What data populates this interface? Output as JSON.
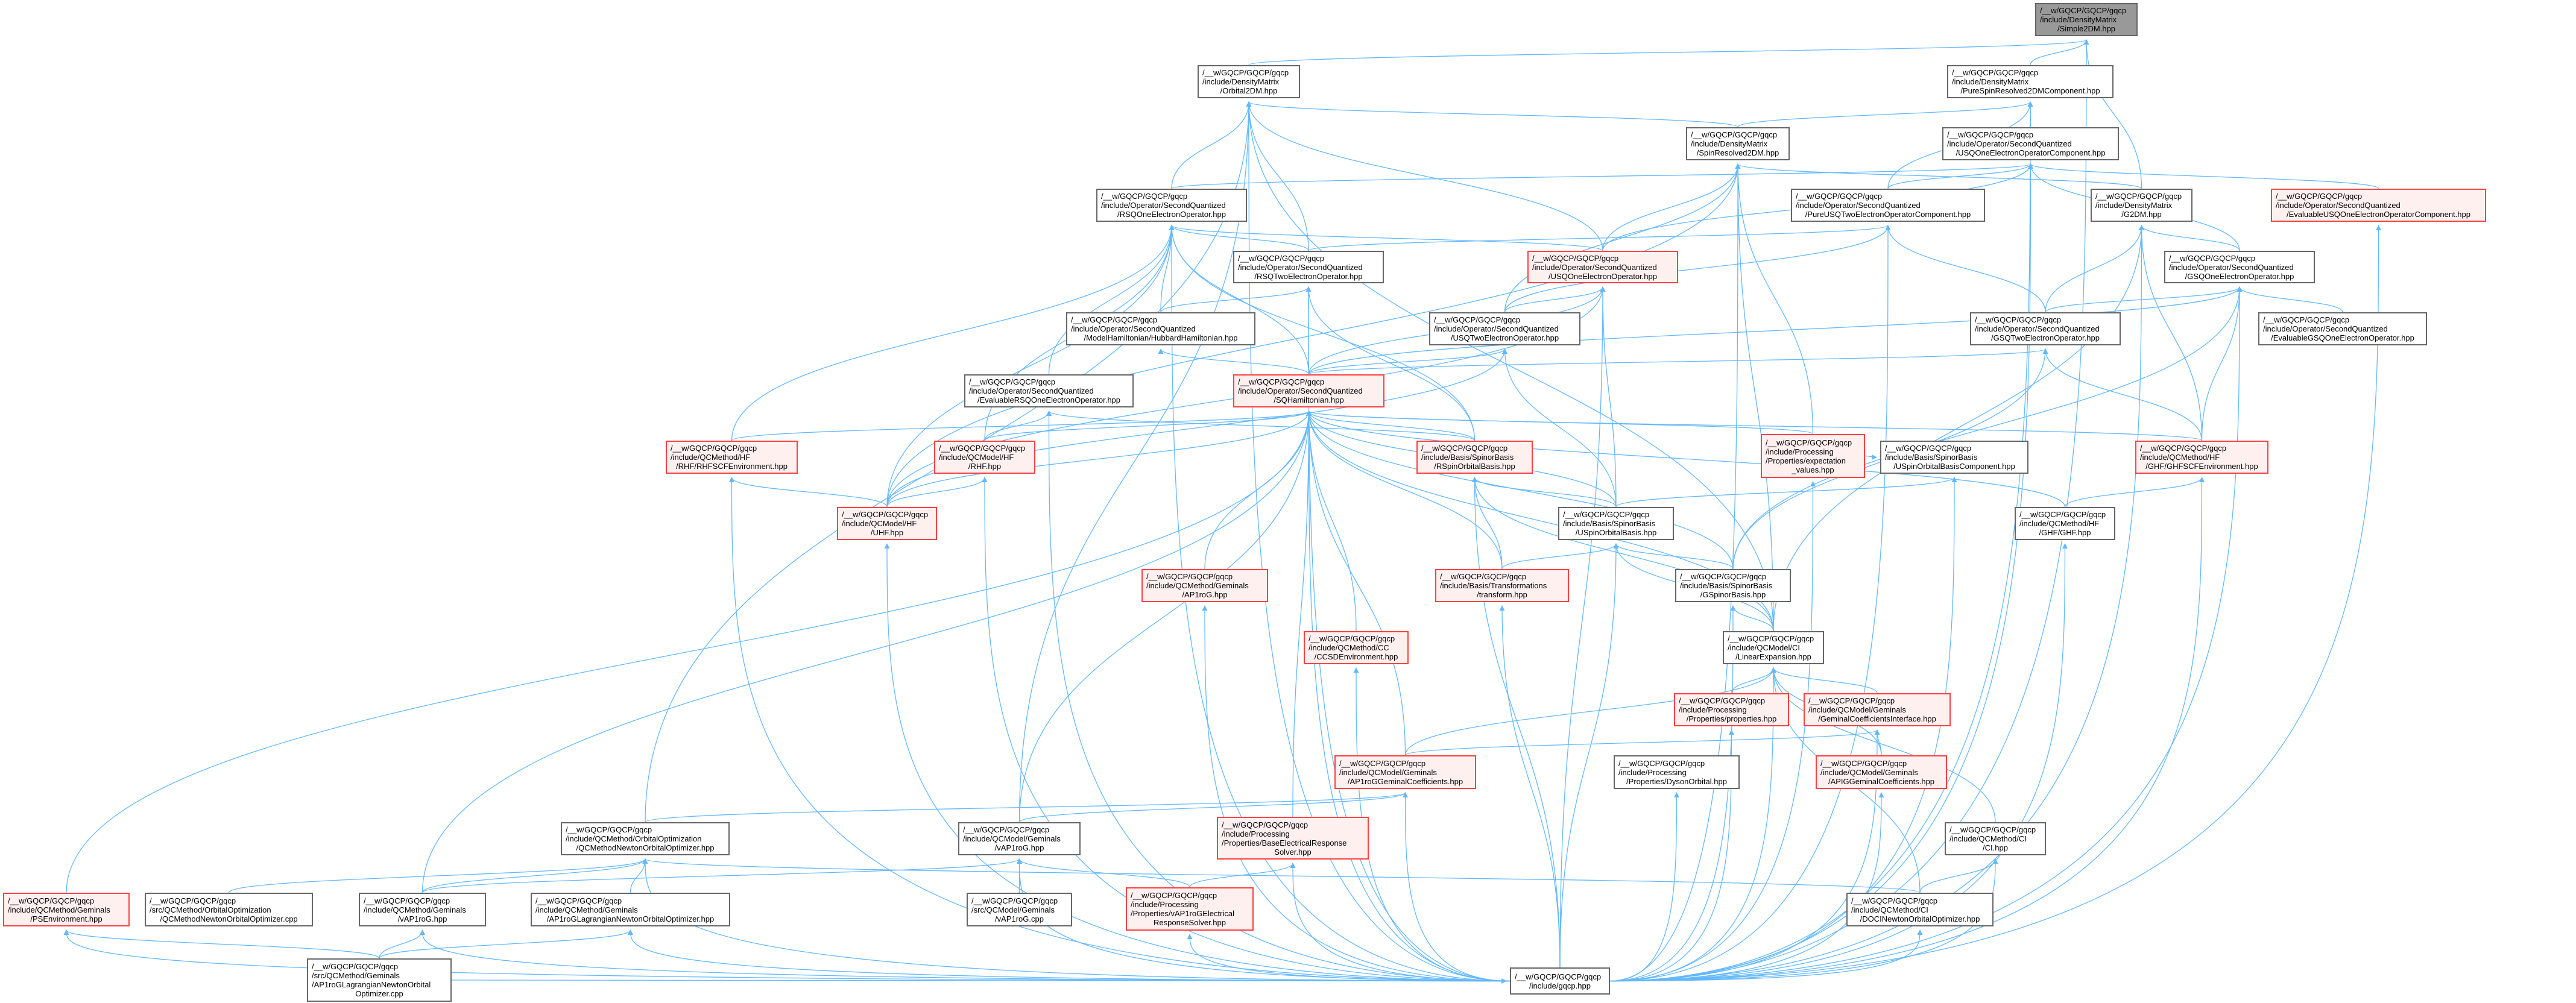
{
  "graph_title": "/__w/GQCP/GQCP/gqcp/include/DensityMatrix/Simple2DM.hpp",
  "colors": {
    "edge": "#63b8ff",
    "node_border": "#666666",
    "red_border": "#ff4040",
    "red_fill": "#fff0f0",
    "current_fill": "#999999"
  },
  "nodes": {
    "simple2dm": {
      "style": "gray",
      "lines": [
        "/__w/GQCP/GQCP/gqcp",
        "/include/DensityMatrix",
        "/Simple2DM.hpp"
      ]
    },
    "orbital2dm": {
      "style": "normal",
      "lines": [
        "/__w/GQCP/GQCP/gqcp",
        "/include/DensityMatrix",
        "/Orbital2DM.hpp"
      ]
    },
    "purespin": {
      "style": "normal",
      "lines": [
        "/__w/GQCP/GQCP/gqcp",
        "/include/DensityMatrix",
        "/PureSpinResolved2DMComponent.hpp"
      ]
    },
    "spinresolved": {
      "style": "normal",
      "lines": [
        "/__w/GQCP/GQCP/gqcp",
        "/include/DensityMatrix",
        "/SpinResolved2DM.hpp"
      ]
    },
    "usqonecomp": {
      "style": "normal",
      "lines": [
        "/__w/GQCP/GQCP/gqcp",
        "/include/Operator/SecondQuantized",
        "/USQOneElectronOperatorComponent.hpp"
      ]
    },
    "rsqone": {
      "style": "normal",
      "lines": [
        "/__w/GQCP/GQCP/gqcp",
        "/include/Operator/SecondQuantized",
        "/RSQOneElectronOperator.hpp"
      ]
    },
    "pureusqtwo": {
      "style": "normal",
      "lines": [
        "/__w/GQCP/GQCP/gqcp",
        "/include/Operator/SecondQuantized",
        "/PureUSQTwoElectronOperatorComponent.hpp"
      ]
    },
    "g2dm": {
      "style": "normal",
      "lines": [
        "/__w/GQCP/GQCP/gqcp",
        "/include/DensityMatrix",
        "/G2DM.hpp"
      ]
    },
    "evalusqonecomp": {
      "style": "red",
      "lines": [
        "/__w/GQCP/GQCP/gqcp",
        "/include/Operator/SecondQuantized",
        "/EvaluableUSQOneElectronOperatorComponent.hpp"
      ]
    },
    "rsqtwo": {
      "style": "normal",
      "lines": [
        "/__w/GQCP/GQCP/gqcp",
        "/include/Operator/SecondQuantized",
        "/RSQTwoElectronOperator.hpp"
      ]
    },
    "usqone": {
      "style": "red",
      "lines": [
        "/__w/GQCP/GQCP/gqcp",
        "/include/Operator/SecondQuantized",
        "/USQOneElectronOperator.hpp"
      ]
    },
    "gsqone": {
      "style": "normal",
      "lines": [
        "/__w/GQCP/GQCP/gqcp",
        "/include/Operator/SecondQuantized",
        "/GSQOneElectronOperator.hpp"
      ]
    },
    "hubbard": {
      "style": "normal",
      "lines": [
        "/__w/GQCP/GQCP/gqcp",
        "/include/Operator/SecondQuantized",
        "/ModelHamiltonian/HubbardHamiltonian.hpp"
      ]
    },
    "usqtwo": {
      "style": "normal",
      "lines": [
        "/__w/GQCP/GQCP/gqcp",
        "/include/Operator/SecondQuantized",
        "/USQTwoElectronOperator.hpp"
      ]
    },
    "gsqtwo": {
      "style": "normal",
      "lines": [
        "/__w/GQCP/GQCP/gqcp",
        "/include/Operator/SecondQuantized",
        "/GSQTwoElectronOperator.hpp"
      ]
    },
    "evalgsq": {
      "style": "normal",
      "lines": [
        "/__w/GQCP/GQCP/gqcp",
        "/include/Operator/SecondQuantized",
        "/EvaluableGSQOneElectronOperator.hpp"
      ]
    },
    "evalrsq": {
      "style": "normal",
      "lines": [
        "/__w/GQCP/GQCP/gqcp",
        "/include/Operator/SecondQuantized",
        "/EvaluableRSQOneElectronOperator.hpp"
      ]
    },
    "sqham": {
      "style": "red",
      "lines": [
        "/__w/GQCP/GQCP/gqcp",
        "/include/Operator/SecondQuantized",
        "/SQHamiltonian.hpp"
      ]
    },
    "rhfscf": {
      "style": "red",
      "lines": [
        "/__w/GQCP/GQCP/gqcp",
        "/include/QCMethod/HF",
        "/RHF/RHFSCFEnvironment.hpp"
      ]
    },
    "rhf": {
      "style": "red",
      "lines": [
        "/__w/GQCP/GQCP/gqcp",
        "/include/QCModel/HF",
        "/RHF.hpp"
      ]
    },
    "rspin": {
      "style": "red",
      "lines": [
        "/__w/GQCP/GQCP/gqcp",
        "/include/Basis/SpinorBasis",
        "/RSpinOrbitalBasis.hpp"
      ]
    },
    "expect": {
      "style": "red",
      "lines": [
        "/__w/GQCP/GQCP/gqcp",
        "/include/Processing",
        "/Properties/expectation",
        "_values.hpp"
      ]
    },
    "uspincomp": {
      "style": "normal",
      "lines": [
        "/__w/GQCP/GQCP/gqcp",
        "/include/Basis/SpinorBasis",
        "/USpinOrbitalBasisComponent.hpp"
      ]
    },
    "ghfscf": {
      "style": "red",
      "lines": [
        "/__w/GQCP/GQCP/gqcp",
        "/include/QCMethod/HF",
        "/GHF/GHFSCFEnvironment.hpp"
      ]
    },
    "uhf": {
      "style": "red",
      "lines": [
        "/__w/GQCP/GQCP/gqcp",
        "/include/QCModel/HF",
        "/UHF.hpp"
      ]
    },
    "uspin": {
      "style": "normal",
      "lines": [
        "/__w/GQCP/GQCP/gqcp",
        "/include/Basis/SpinorBasis",
        "/USpinOrbitalBasis.hpp"
      ]
    },
    "ghf": {
      "style": "normal",
      "lines": [
        "/__w/GQCP/GQCP/gqcp",
        "/include/QCMethod/HF",
        "/GHF/GHF.hpp"
      ]
    },
    "ap1rog": {
      "style": "red",
      "lines": [
        "/__w/GQCP/GQCP/gqcp",
        "/include/QCMethod/Geminals",
        "/AP1roG.hpp"
      ]
    },
    "transform": {
      "style": "red",
      "lines": [
        "/__w/GQCP/GQCP/gqcp",
        "/include/Basis/Transformations",
        "/transform.hpp"
      ]
    },
    "gspinor": {
      "style": "normal",
      "lines": [
        "/__w/GQCP/GQCP/gqcp",
        "/include/Basis/SpinorBasis",
        "/GSpinorBasis.hpp"
      ]
    },
    "ccsd": {
      "style": "red",
      "lines": [
        "/__w/GQCP/GQCP/gqcp",
        "/include/QCMethod/CC",
        "/CCSDEnvironment.hpp"
      ]
    },
    "linexp": {
      "style": "normal",
      "lines": [
        "/__w/GQCP/GQCP/gqcp",
        "/include/QCModel/CI",
        "/LinearExpansion.hpp"
      ]
    },
    "properties": {
      "style": "red",
      "lines": [
        "/__w/GQCP/GQCP/gqcp",
        "/include/Processing",
        "/Properties/properties.hpp"
      ]
    },
    "gemcoefif": {
      "style": "red",
      "lines": [
        "/__w/GQCP/GQCP/gqcp",
        "/include/QCModel/Geminals",
        "/GeminalCoefficientsInterface.hpp"
      ]
    },
    "ap1roggemcoef": {
      "style": "red",
      "lines": [
        "/__w/GQCP/GQCP/gqcp",
        "/include/QCModel/Geminals",
        "/AP1roGGeminalCoefficients.hpp"
      ]
    },
    "dyson": {
      "style": "normal",
      "lines": [
        "/__w/GQCP/GQCP/gqcp",
        "/include/Processing",
        "/Properties/DysonOrbital.hpp"
      ]
    },
    "apig": {
      "style": "red",
      "lines": [
        "/__w/GQCP/GQCP/gqcp",
        "/include/QCModel/Geminals",
        "/APIGGeminalCoefficients.hpp"
      ]
    },
    "qcmnoo_hpp": {
      "style": "normal",
      "lines": [
        "/__w/GQCP/GQCP/gqcp",
        "/include/QCMethod/OrbitalOptimization",
        "/QCMethodNewtonOrbitalOptimizer.hpp"
      ]
    },
    "vap1rog_model": {
      "style": "normal",
      "lines": [
        "/__w/GQCP/GQCP/gqcp",
        "/include/QCModel/Geminals",
        "/vAP1roG.hpp"
      ]
    },
    "baseresp": {
      "style": "red",
      "lines": [
        "/__w/GQCP/GQCP/gqcp",
        "/include/Processing",
        "/Properties/BaseElectricalResponse",
        "Solver.hpp"
      ]
    },
    "ci": {
      "style": "normal",
      "lines": [
        "/__w/GQCP/GQCP/gqcp",
        "/include/QCMethod/CI",
        "/CI.hpp"
      ]
    },
    "psenv": {
      "style": "red",
      "lines": [
        "/__w/GQCP/GQCP/gqcp",
        "/include/QCMethod/Geminals",
        "/PSEnvironment.hpp"
      ]
    },
    "qcmnoo_cpp": {
      "style": "normal",
      "lines": [
        "/__w/GQCP/GQCP/gqcp",
        "/src/QCMethod/OrbitalOptimization",
        "/QCMethodNewtonOrbitalOptimizer.cpp"
      ]
    },
    "vap1rog_method": {
      "style": "normal",
      "lines": [
        "/__w/GQCP/GQCP/gqcp",
        "/include/QCMethod/Geminals",
        "/vAP1roG.hpp"
      ]
    },
    "ap1roglag_hpp": {
      "style": "normal",
      "lines": [
        "/__w/GQCP/GQCP/gqcp",
        "/include/QCMethod/Geminals",
        "/AP1roGLagrangianNewtonOrbitalOptimizer.hpp"
      ]
    },
    "vap1rog_cpp": {
      "style": "normal",
      "lines": [
        "/__w/GQCP/GQCP/gqcp",
        "/src/QCModel/Geminals",
        "/vAP1roG.cpp"
      ]
    },
    "vap1rogresp": {
      "style": "red",
      "lines": [
        "/__w/GQCP/GQCP/gqcp",
        "/include/Processing",
        "/Properties/vAP1roGElectrical",
        "ResponseSolver.hpp"
      ]
    },
    "doci": {
      "style": "normal",
      "lines": [
        "/__w/GQCP/GQCP/gqcp",
        "/include/QCMethod/CI",
        "/DOCINewtonOrbitalOptimizer.hpp"
      ]
    },
    "ap1roglag_cpp": {
      "style": "normal",
      "lines": [
        "/__w/GQCP/GQCP/gqcp",
        "/src/QCMethod/Geminals",
        "/AP1roGLagrangianNewtonOrbital",
        "Optimizer.cpp"
      ]
    },
    "gqcp": {
      "style": "normal",
      "lines": [
        "/__w/GQCP/GQCP/gqcp",
        "/include/gqcp.hpp"
      ]
    }
  },
  "edges": [
    [
      "orbital2dm",
      "simple2dm"
    ],
    [
      "purespin",
      "simple2dm"
    ],
    [
      "g2dm",
      "simple2dm"
    ],
    [
      "gqcp",
      "simple2dm"
    ],
    [
      "spinresolved",
      "orbital2dm"
    ],
    [
      "rsqone",
      "orbital2dm"
    ],
    [
      "rsqtwo",
      "orbital2dm"
    ],
    [
      "usqone",
      "orbital2dm"
    ],
    [
      "linexp",
      "orbital2dm"
    ],
    [
      "qcmnoo_hpp",
      "orbital2dm"
    ],
    [
      "vap1rog_model",
      "orbital2dm"
    ],
    [
      "gqcp",
      "orbital2dm"
    ],
    [
      "spinresolved",
      "purespin"
    ],
    [
      "usqonecomp",
      "purespin"
    ],
    [
      "pureusqtwo",
      "purespin"
    ],
    [
      "gqcp",
      "purespin"
    ],
    [
      "usqone",
      "spinresolved"
    ],
    [
      "usqtwo",
      "spinresolved"
    ],
    [
      "linexp",
      "spinresolved"
    ],
    [
      "expect",
      "spinresolved"
    ],
    [
      "uhf",
      "spinresolved"
    ],
    [
      "g2dm",
      "spinresolved"
    ],
    [
      "gqcp",
      "spinresolved"
    ],
    [
      "usqone",
      "usqonecomp"
    ],
    [
      "pureusqtwo",
      "usqonecomp"
    ],
    [
      "evalusqonecomp",
      "usqonecomp"
    ],
    [
      "gsqone",
      "usqonecomp"
    ],
    [
      "rsqone",
      "usqonecomp"
    ],
    [
      "gqcp",
      "usqonecomp"
    ],
    [
      "usqtwo",
      "pureusqtwo"
    ],
    [
      "rsqtwo",
      "pureusqtwo"
    ],
    [
      "gsqtwo",
      "pureusqtwo"
    ],
    [
      "gqcp",
      "pureusqtwo"
    ],
    [
      "gsqone",
      "g2dm"
    ],
    [
      "gsqtwo",
      "g2dm"
    ],
    [
      "ghfscf",
      "g2dm"
    ],
    [
      "linexp",
      "g2dm"
    ],
    [
      "gqcp",
      "g2dm"
    ],
    [
      "gqcp",
      "evalusqonecomp"
    ],
    [
      "rsqtwo",
      "rsqone"
    ],
    [
      "hubbard",
      "rsqone"
    ],
    [
      "evalrsq",
      "rsqone"
    ],
    [
      "sqham",
      "rsqone"
    ],
    [
      "rhf",
      "rsqone"
    ],
    [
      "uhf",
      "rsqone"
    ],
    [
      "rhfscf",
      "rsqone"
    ],
    [
      "rspin",
      "rsqone"
    ],
    [
      "usqone",
      "rsqone"
    ],
    [
      "gqcp",
      "rsqone"
    ],
    [
      "hubbard",
      "rsqtwo"
    ],
    [
      "sqham",
      "rsqtwo"
    ],
    [
      "rspin",
      "rsqtwo"
    ],
    [
      "gqcp",
      "rsqtwo"
    ],
    [
      "usqtwo",
      "usqone"
    ],
    [
      "sqham",
      "usqone"
    ],
    [
      "uspin",
      "usqone"
    ],
    [
      "uhf",
      "usqone"
    ],
    [
      "gqcp",
      "usqone"
    ],
    [
      "gsqtwo",
      "gsqone"
    ],
    [
      "evalgsq",
      "gsqone"
    ],
    [
      "sqham",
      "gsqone"
    ],
    [
      "ghfscf",
      "gsqone"
    ],
    [
      "gspinor",
      "gsqone"
    ],
    [
      "gqcp",
      "gsqone"
    ],
    [
      "sqham",
      "hubbard"
    ],
    [
      "sqham",
      "usqtwo"
    ],
    [
      "uspin",
      "usqtwo"
    ],
    [
      "uhf",
      "usqtwo"
    ],
    [
      "sqham",
      "gsqtwo"
    ],
    [
      "gspinor",
      "gsqtwo"
    ],
    [
      "ghfscf",
      "gsqtwo"
    ],
    [
      "rhf",
      "evalrsq"
    ],
    [
      "rspin",
      "evalrsq"
    ],
    [
      "gqcp",
      "evalrsq"
    ],
    [
      "rhfscf",
      "sqham"
    ],
    [
      "rhf",
      "sqham"
    ],
    [
      "uhf",
      "sqham"
    ],
    [
      "rspin",
      "sqham"
    ],
    [
      "uspin",
      "sqham"
    ],
    [
      "gspinor",
      "sqham"
    ],
    [
      "transform",
      "sqham"
    ],
    [
      "ap1rog",
      "sqham"
    ],
    [
      "ccsd",
      "sqham"
    ],
    [
      "ap1roggemcoef",
      "sqham"
    ],
    [
      "baseresp",
      "sqham"
    ],
    [
      "vap1rog_model",
      "sqham"
    ],
    [
      "psenv",
      "sqham"
    ],
    [
      "expect",
      "sqham"
    ],
    [
      "ghfscf",
      "sqham"
    ],
    [
      "ghf",
      "sqham"
    ],
    [
      "linexp",
      "sqham"
    ],
    [
      "vap1rog_method",
      "sqham"
    ],
    [
      "gqcp",
      "sqham"
    ],
    [
      "uhf",
      "rhfscf"
    ],
    [
      "gqcp",
      "rhfscf"
    ],
    [
      "uhf",
      "rhf"
    ],
    [
      "gqcp",
      "rhf"
    ],
    [
      "uspin",
      "rspin"
    ],
    [
      "transform",
      "rspin"
    ],
    [
      "linexp",
      "rspin"
    ],
    [
      "gqcp",
      "rspin"
    ],
    [
      "transform",
      "uspin"
    ],
    [
      "linexp",
      "uspin"
    ],
    [
      "gspinor",
      "uspin"
    ],
    [
      "gqcp",
      "uspin"
    ],
    [
      "uspin",
      "uspincomp"
    ],
    [
      "expect",
      "uspincomp"
    ],
    [
      "gqcp",
      "uspincomp"
    ],
    [
      "gqcp",
      "expect"
    ],
    [
      "ghf",
      "ghfscf"
    ],
    [
      "gqcp",
      "ghfscf"
    ],
    [
      "gqcp",
      "ghf"
    ],
    [
      "gqcp",
      "uhf"
    ],
    [
      "gqcp",
      "ap1rog"
    ],
    [
      "gqcp",
      "transform"
    ],
    [
      "gqcp",
      "ccsd"
    ],
    [
      "linexp",
      "gspinor"
    ],
    [
      "gqcp",
      "gspinor"
    ],
    [
      "properties",
      "linexp"
    ],
    [
      "gemcoefif",
      "linexp"
    ],
    [
      "apig",
      "linexp"
    ],
    [
      "ci",
      "linexp"
    ],
    [
      "doci",
      "linexp"
    ],
    [
      "ap1roggemcoef",
      "linexp"
    ],
    [
      "gqcp",
      "linexp"
    ],
    [
      "gqcp",
      "properties"
    ],
    [
      "ap1roggemcoef",
      "gemcoefif"
    ],
    [
      "apig",
      "gemcoefif"
    ],
    [
      "gqcp",
      "gemcoefif"
    ],
    [
      "gqcp",
      "apig"
    ],
    [
      "vap1rog_model",
      "ap1roggemcoef"
    ],
    [
      "qcmnoo_hpp",
      "ap1roggemcoef"
    ],
    [
      "gqcp",
      "ap1roggemcoef"
    ],
    [
      "gqcp",
      "dyson"
    ],
    [
      "doci",
      "ci"
    ],
    [
      "gqcp",
      "ci"
    ],
    [
      "gqcp",
      "doci"
    ],
    [
      "qcmnoo_cpp",
      "qcmnoo_hpp"
    ],
    [
      "ap1roglag_hpp",
      "qcmnoo_hpp"
    ],
    [
      "vap1rog_method",
      "qcmnoo_hpp"
    ],
    [
      "doci",
      "qcmnoo_hpp"
    ],
    [
      "gqcp",
      "qcmnoo_hpp"
    ],
    [
      "vap1rog_cpp",
      "vap1rog_model"
    ],
    [
      "vap1rogresp",
      "vap1rog_model"
    ],
    [
      "vap1rog_method",
      "vap1rog_model"
    ],
    [
      "gqcp",
      "vap1rog_model"
    ],
    [
      "vap1rogresp",
      "baseresp"
    ],
    [
      "gqcp",
      "baseresp"
    ],
    [
      "gqcp",
      "vap1rogresp"
    ],
    [
      "ap1roglag_cpp",
      "psenv"
    ],
    [
      "gqcp",
      "psenv"
    ],
    [
      "ap1roglag_cpp",
      "vap1rog_method"
    ],
    [
      "gqcp",
      "vap1rog_method"
    ],
    [
      "ap1roglag_cpp",
      "ap1roglag_hpp"
    ],
    [
      "gqcp",
      "ap1roglag_hpp"
    ],
    [
      "ap1roglag_cpp",
      "gqcp"
    ]
  ]
}
